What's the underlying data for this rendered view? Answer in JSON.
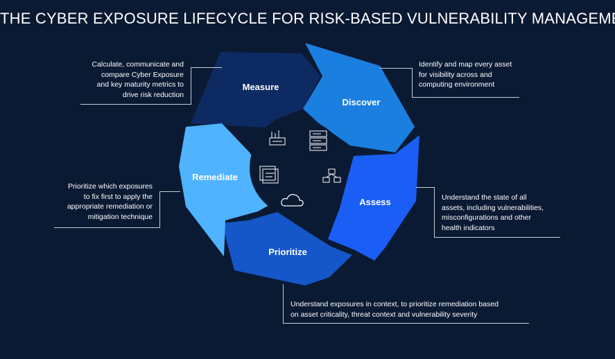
{
  "title": "THE CYBER EXPOSURE LIFECYCLE FOR RISK-BASED VULNERABILITY MANAGEMENT",
  "colors": {
    "background": "#0b1a33",
    "measure": "#0e2a63",
    "discover": "#1b7fe0",
    "assess": "#1a5ef5",
    "prioritize": "#1557c9",
    "remediate": "#4fb3ff",
    "center": "#0b1a33"
  },
  "stages": {
    "measure": {
      "label": "Measure",
      "description": [
        "Calculate, communicate and",
        "compare Cyber Exposure",
        "and key maturity metrics to",
        "drive risk reduction"
      ]
    },
    "discover": {
      "label": "Discover",
      "description": [
        "Identify and map every asset",
        "for visibility across and",
        "computing environment"
      ]
    },
    "assess": {
      "label": "Assess",
      "description": [
        "Understand the state of all",
        "assets, including vulnerabilities,",
        "misconfigurations and other",
        "health indicators"
      ]
    },
    "prioritize": {
      "label": "Prioritize",
      "description": [
        "Understand exposures in context, to prioritize remediation based",
        "on asset criticality, threat context and vulnerability severity"
      ]
    },
    "remediate": {
      "label": "Remediate",
      "description": [
        "Prioritize which exposures",
        "to fix first to apply the",
        "appropriate remediation or",
        "mitigation technique"
      ]
    }
  },
  "icons": [
    "factory-icon",
    "server-rack-icon",
    "code-window-icon",
    "network-nodes-icon",
    "cloud-icon"
  ]
}
